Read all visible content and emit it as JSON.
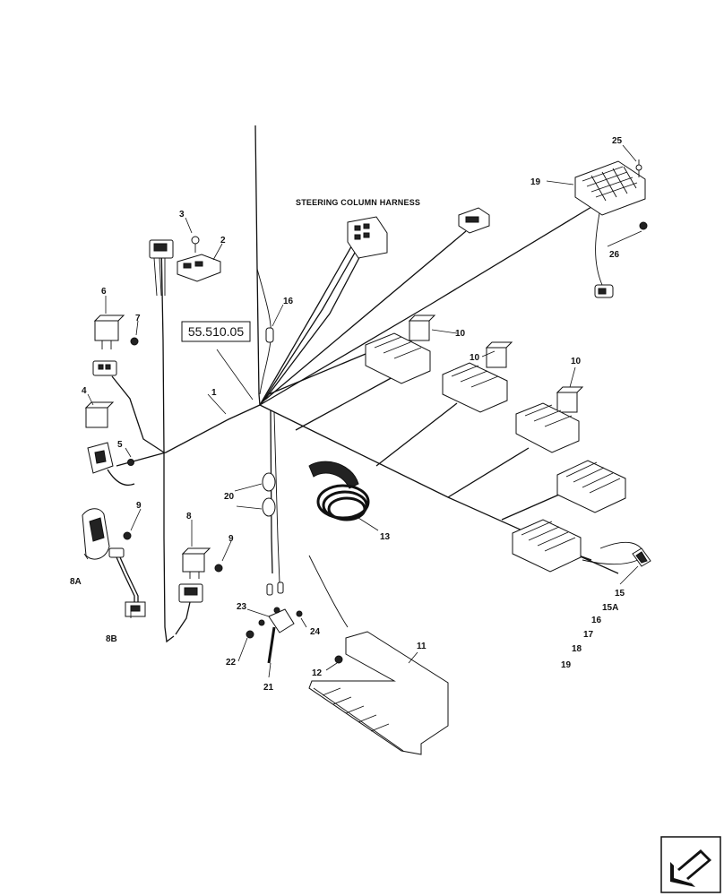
{
  "caption": "STEERING COLUMN HARNESS",
  "reference_box": "55.510.05",
  "callouts": {
    "c1": "1",
    "c2": "2",
    "c3": "3",
    "c4": "4",
    "c5": "5",
    "c6": "6",
    "c7": "7",
    "c8": "8",
    "c8A": "8A",
    "c8B": "8B",
    "c9a": "9",
    "c9b": "9",
    "c10a": "10",
    "c10b": "10",
    "c10c": "10",
    "c11": "11",
    "c12": "12",
    "c13": "13",
    "c15": "15",
    "c15A": "15A",
    "c16": "16",
    "c17": "17",
    "c18": "18",
    "c19": "19",
    "c19b": "19",
    "c1b": "16",
    "c20": "20",
    "c21": "21",
    "c22": "22",
    "c23": "23",
    "c24": "24",
    "c25": "25",
    "c26": "26"
  },
  "icons": {
    "nav": "arrow-icon"
  }
}
